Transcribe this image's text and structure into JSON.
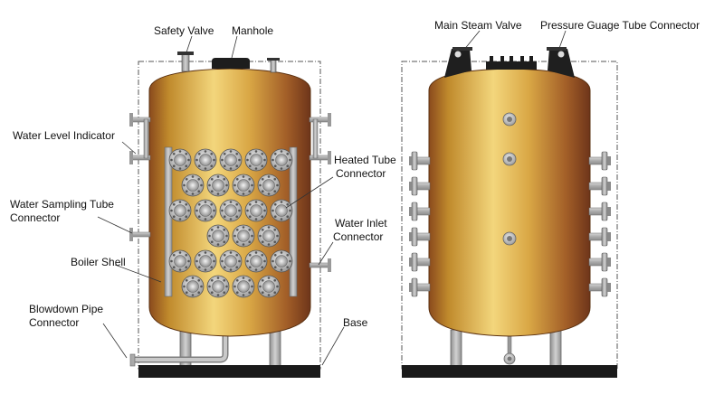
{
  "labels": {
    "safety_valve": "Safety Valve",
    "manhole": "Manhole",
    "water_level_indicator": "Water Level Indicator",
    "heated_tube_connector_1": "Heated Tube",
    "heated_tube_connector_2": "Connector",
    "water_sampling_1": "Water Sampling Tube",
    "water_sampling_2": "Connector",
    "water_inlet_1": "Water Inlet",
    "water_inlet_2": "Connector",
    "boiler_shell": "Boiler Shell",
    "blowdown_1": "Blowdown Pipe",
    "blowdown_2": "Connector",
    "base": "Base",
    "main_steam_valve": "Main Steam Valve",
    "pressure_gauge": "Pressure Guage Tube Connector"
  },
  "colors": {
    "shell_light": "#f0d37a",
    "shell_mid": "#c98f2e",
    "shell_dark": "#7a3e1c",
    "pipe": "#b9b9b9",
    "base": "#1a1a1a"
  }
}
